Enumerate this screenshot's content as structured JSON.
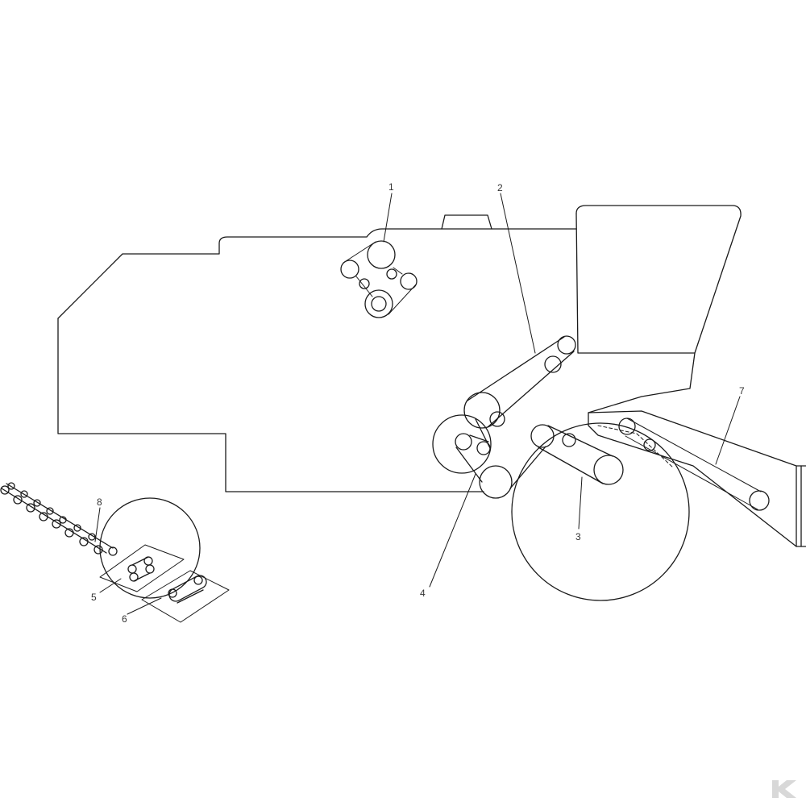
{
  "callouts": [
    {
      "id": "1",
      "label": "1"
    },
    {
      "id": "2",
      "label": "2"
    },
    {
      "id": "3",
      "label": "3"
    },
    {
      "id": "4",
      "label": "4"
    },
    {
      "id": "5",
      "label": "5"
    },
    {
      "id": "6",
      "label": "6"
    },
    {
      "id": "7",
      "label": "7"
    },
    {
      "id": "8",
      "label": "8"
    }
  ],
  "colors": {
    "line": "#1a1a1a",
    "logo": "#d8d8d8"
  },
  "icons": [
    "roller-chain-icon",
    "chain-link-icon",
    "connecting-link-icon",
    "brand-logo-icon"
  ]
}
